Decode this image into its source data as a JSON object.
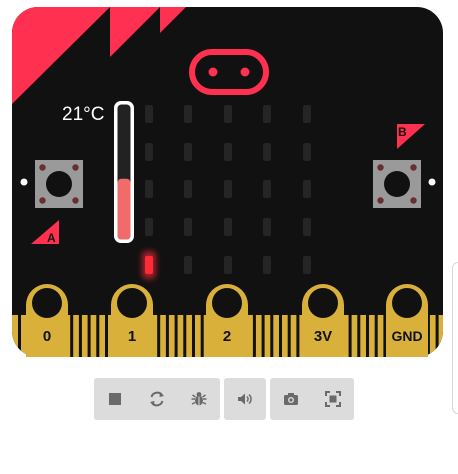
{
  "board": {
    "temperature": "21°C",
    "button_a_label": "A",
    "button_b_label": "B",
    "pins": [
      {
        "label": "0"
      },
      {
        "label": "1"
      },
      {
        "label": "2"
      },
      {
        "label": "3V"
      },
      {
        "label": "GND"
      }
    ],
    "thermometer_level": 0.45,
    "lit_led": {
      "row": 4,
      "col": 0
    },
    "colors": {
      "board": "#111111",
      "accent": "#ff3050",
      "pin_gold": "#d8b03a",
      "led_off": "#252525",
      "led_on": "#ff2a36",
      "button_grey": "#9a9a9a"
    }
  },
  "toolbar": {
    "groups": [
      {
        "buttons": [
          {
            "name": "stop-button",
            "icon": "stop-icon"
          },
          {
            "name": "restart-button",
            "icon": "refresh-icon"
          },
          {
            "name": "debug-button",
            "icon": "bug-icon"
          }
        ]
      },
      {
        "buttons": [
          {
            "name": "mute-button",
            "icon": "volume-icon"
          }
        ]
      },
      {
        "buttons": [
          {
            "name": "screenshot-button",
            "icon": "camera-icon"
          },
          {
            "name": "fullscreen-button",
            "icon": "fullscreen-icon"
          }
        ]
      }
    ]
  }
}
